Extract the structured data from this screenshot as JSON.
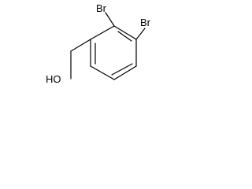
{
  "molecule": {
    "substituent_1": "Br",
    "substituent_2": "Br",
    "hydroxyl_label": "HO"
  },
  "colors": {
    "bond": "#000000",
    "background": "#ffffff"
  }
}
